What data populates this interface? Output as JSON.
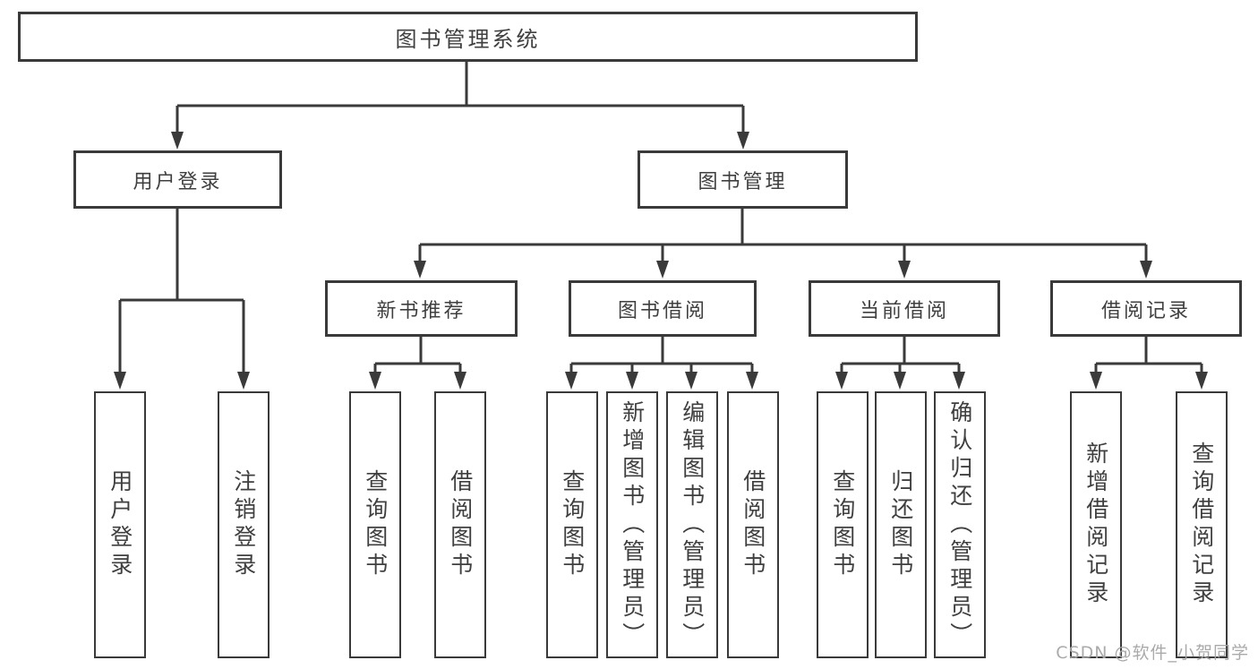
{
  "diagram": {
    "root": {
      "label": "图书管理系统"
    },
    "level2": {
      "user_login": "用户登录",
      "book_management": "图书管理"
    },
    "level3": {
      "new_book_recommend": "新书推荐",
      "book_borrow": "图书借阅",
      "current_borrow": "当前借阅",
      "borrow_records": "借阅记录"
    },
    "leaves": {
      "user_login": [
        "用户登录",
        "注销登录"
      ],
      "new_book_recommend": [
        "查询图书",
        "借阅图书"
      ],
      "book_borrow": [
        "查询图书",
        "新增图书（管理员）",
        "编辑图书（管理员）",
        "借阅图书"
      ],
      "current_borrow": [
        "查询图书",
        "归还图书",
        "确认归还（管理员）"
      ],
      "borrow_records": [
        "新增借阅记录",
        "查询借阅记录"
      ]
    }
  },
  "watermark": {
    "text": "CSDN @软件_小贺同学"
  },
  "colors": {
    "line": "#3a3a3a",
    "text": "#3f3f3f",
    "watermark": "#a6a6a6",
    "background": "#ffffff"
  }
}
